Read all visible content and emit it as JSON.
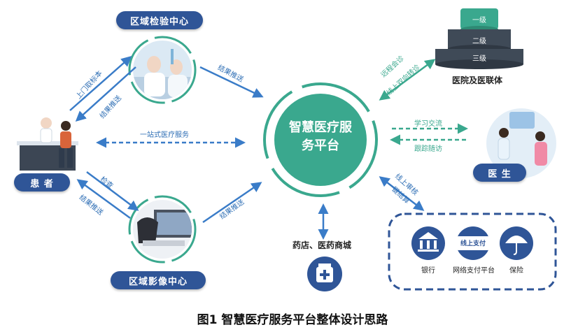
{
  "center": {
    "line1": "智慧医疗服",
    "line2": "务平台"
  },
  "nodes": {
    "lab": "区域检验中心",
    "imaging": "区域影像中心",
    "patient": "患 者",
    "doctor": "医 生",
    "hospital": "医院及医联体",
    "pharmacy": "药店、医药商城"
  },
  "tiers": [
    "一级",
    "二级",
    "三级"
  ],
  "edges": {
    "lab_up": "上门取标本",
    "lab_down": "结果推送",
    "lab_to_center": "结果推送",
    "one_stop": "一站式医疗服务",
    "imaging_up": "检查",
    "imaging_down": "结果推送",
    "imaging_to_center": "结果推送",
    "remote_consult": "远程会诊",
    "referral": "线上双向转诊",
    "study": "学习交流",
    "followup": "跟踪随访",
    "online_audit": "线上审核",
    "one_stop_settle": "一键结算"
  },
  "payments": {
    "bank": "银行",
    "online_pay": "网络支付平台",
    "online_pay_badge": "线上支付",
    "insurance": "保险"
  },
  "caption": "图1  智慧医疗服务平台整体设计思路",
  "colors": {
    "teal": "#3aa88e",
    "blue": "#2f5597",
    "arrow": "#3a7cc8",
    "dark_tier": "#3f4a57"
  }
}
